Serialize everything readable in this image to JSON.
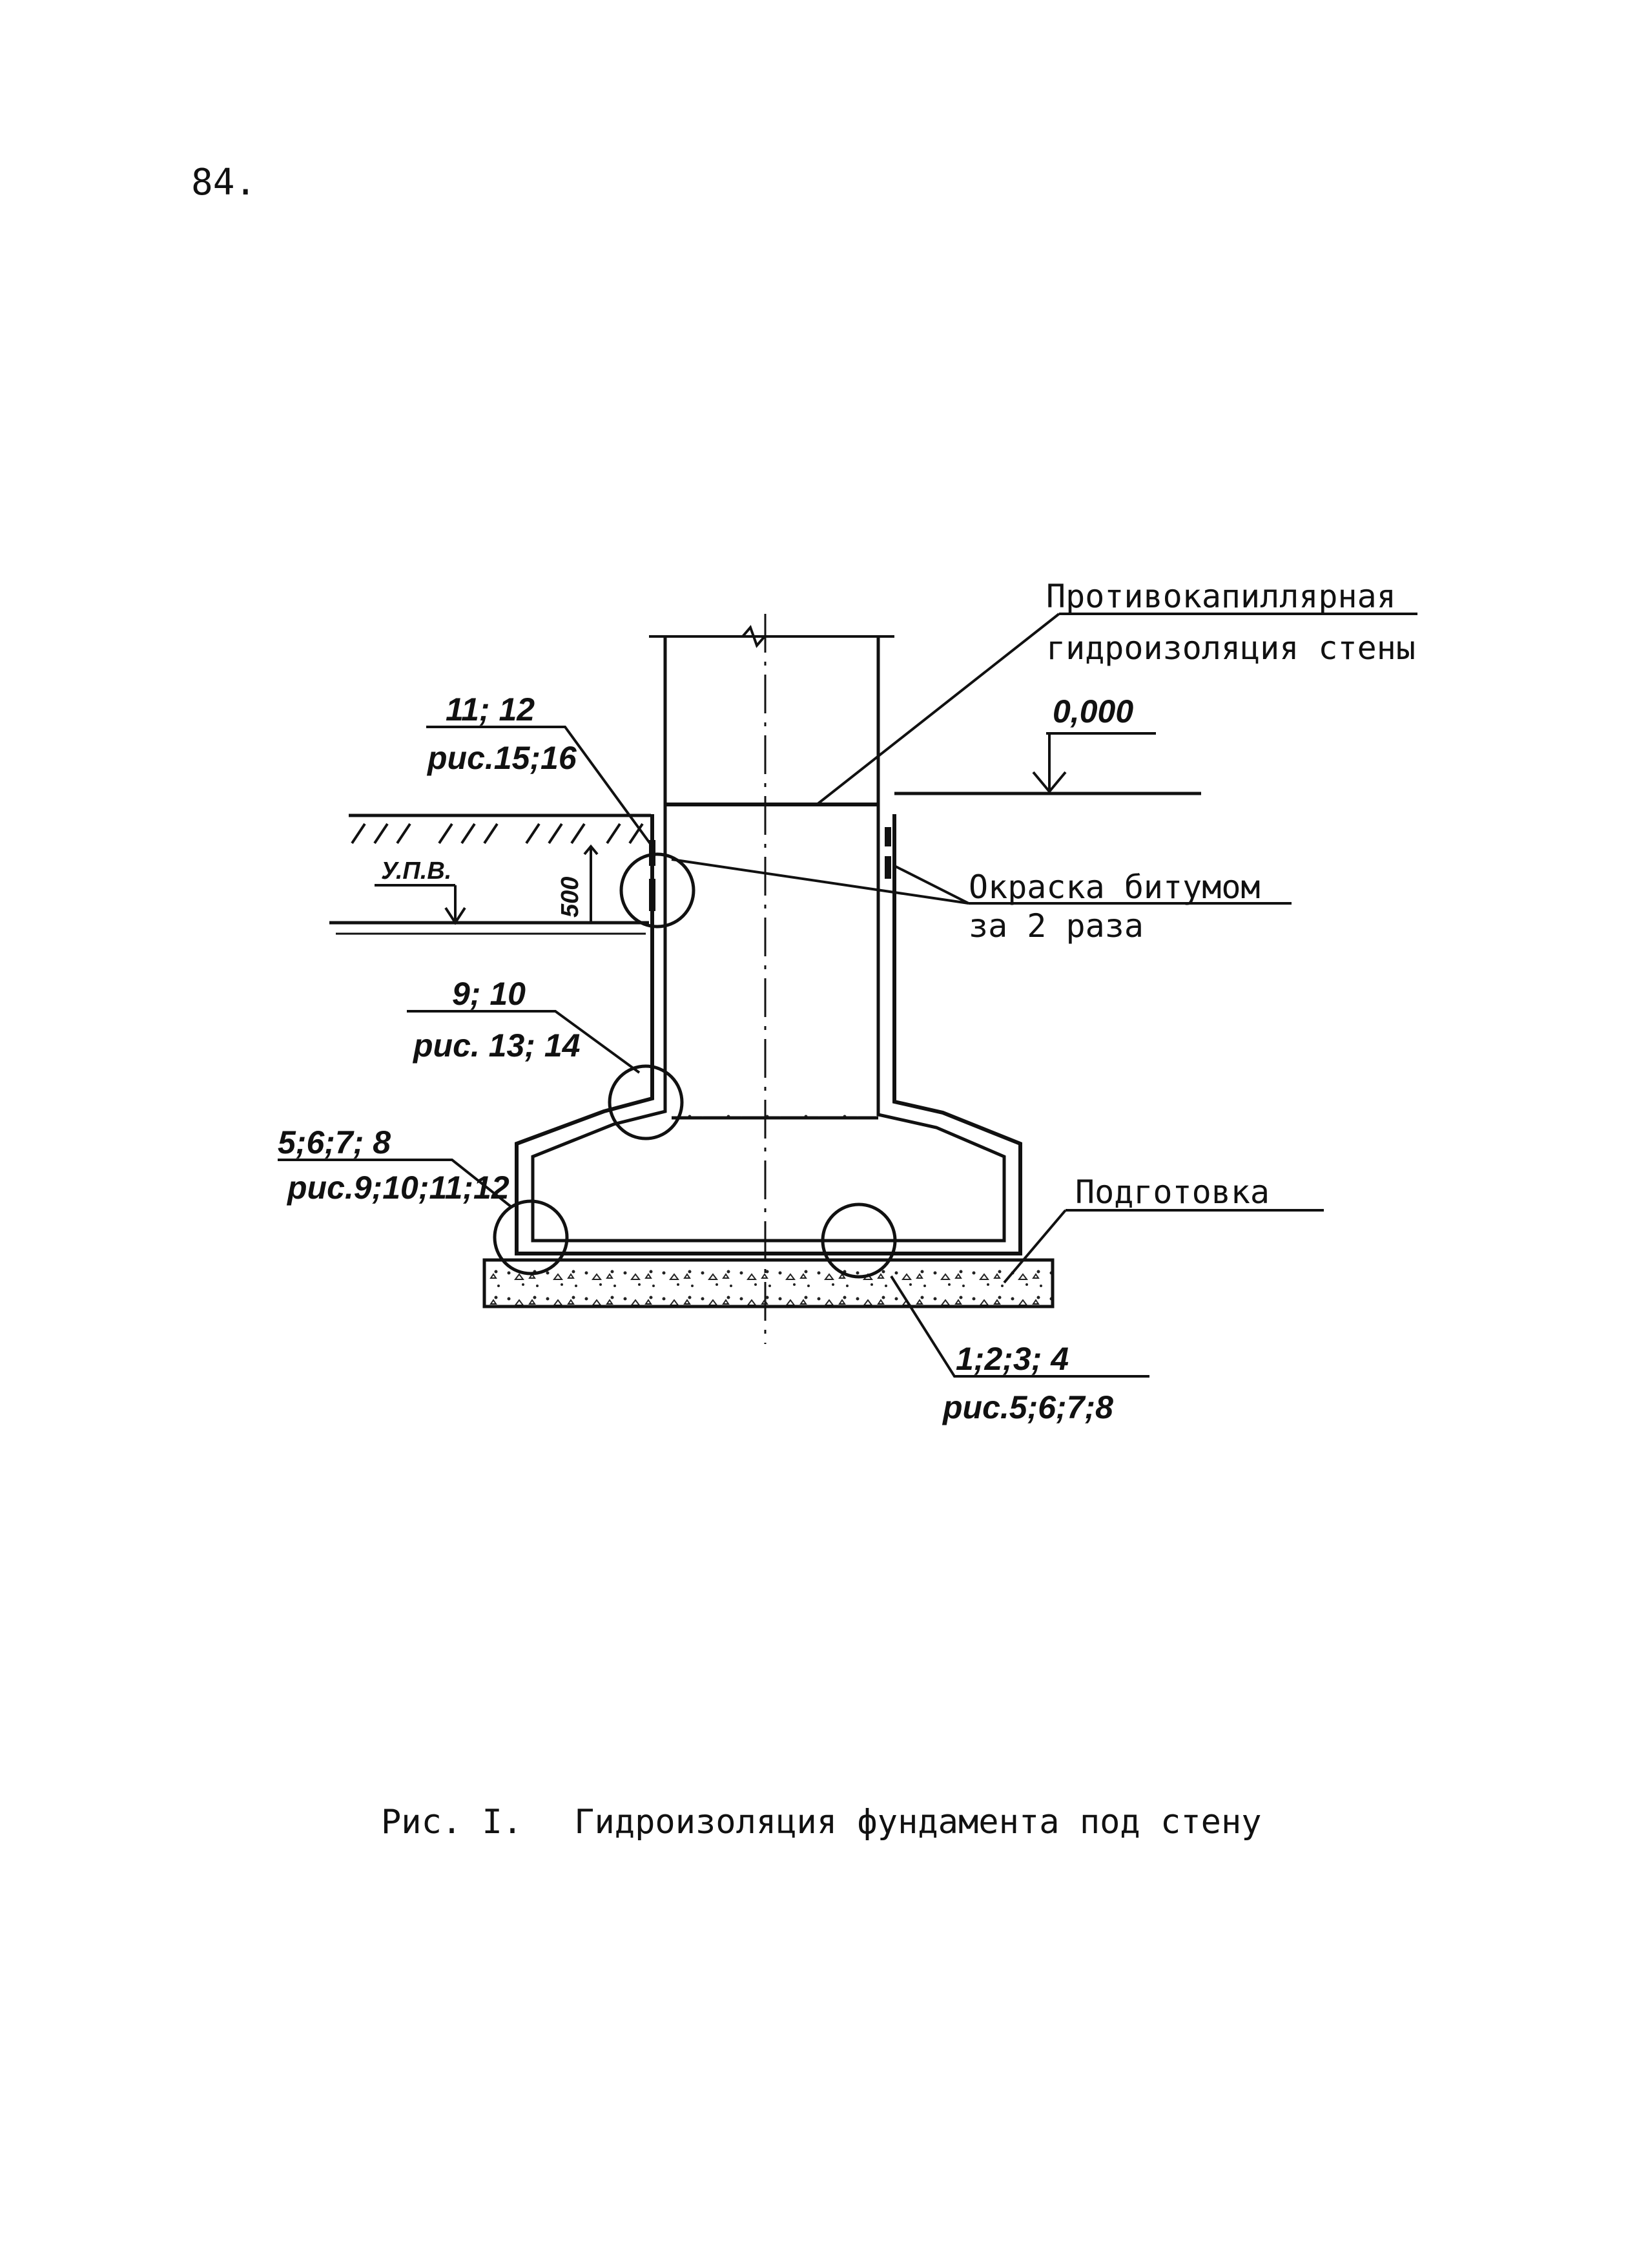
{
  "page": {
    "number": "84."
  },
  "labels": {
    "anticapillary_line1": "Противокапиллярная",
    "anticapillary_line2": "гидроизоляция стены",
    "level": "0,000",
    "callout_top_num": "11; 12",
    "callout_top_ref": "рис.15;16",
    "groundwater": "У.П.В.",
    "dimension": "500",
    "bitumen_line1": "Окраска битумом",
    "bitumen_line2": "за 2 раза",
    "callout_mid_num": "9; 10",
    "callout_mid_ref": "рис. 13; 14",
    "callout_left_num": "5;6;7; 8",
    "callout_left_ref": "рис.9;10;11;12",
    "preparation": "Подготовка",
    "callout_bottom_num": "1;2;3; 4",
    "callout_bottom_ref": "рис.5;6;7;8"
  },
  "caption": {
    "figure": "Рис. I.",
    "title": "Гидроизоляция фундамента под стену"
  }
}
